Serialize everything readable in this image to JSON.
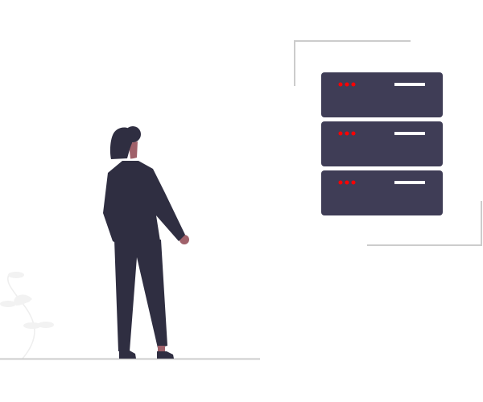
{
  "colors": {
    "server": "#3f3d56",
    "server_led": "#ff0000",
    "server_bar": "#ffffff",
    "person": "#2f2e41",
    "skin": "#a0616a",
    "frame_line": "#cccccc",
    "plant": "#f2f2f2"
  },
  "servers": [
    {
      "leds": 3,
      "status": "on"
    },
    {
      "leds": 3,
      "status": "on"
    },
    {
      "leds": 3,
      "status": "on"
    }
  ]
}
